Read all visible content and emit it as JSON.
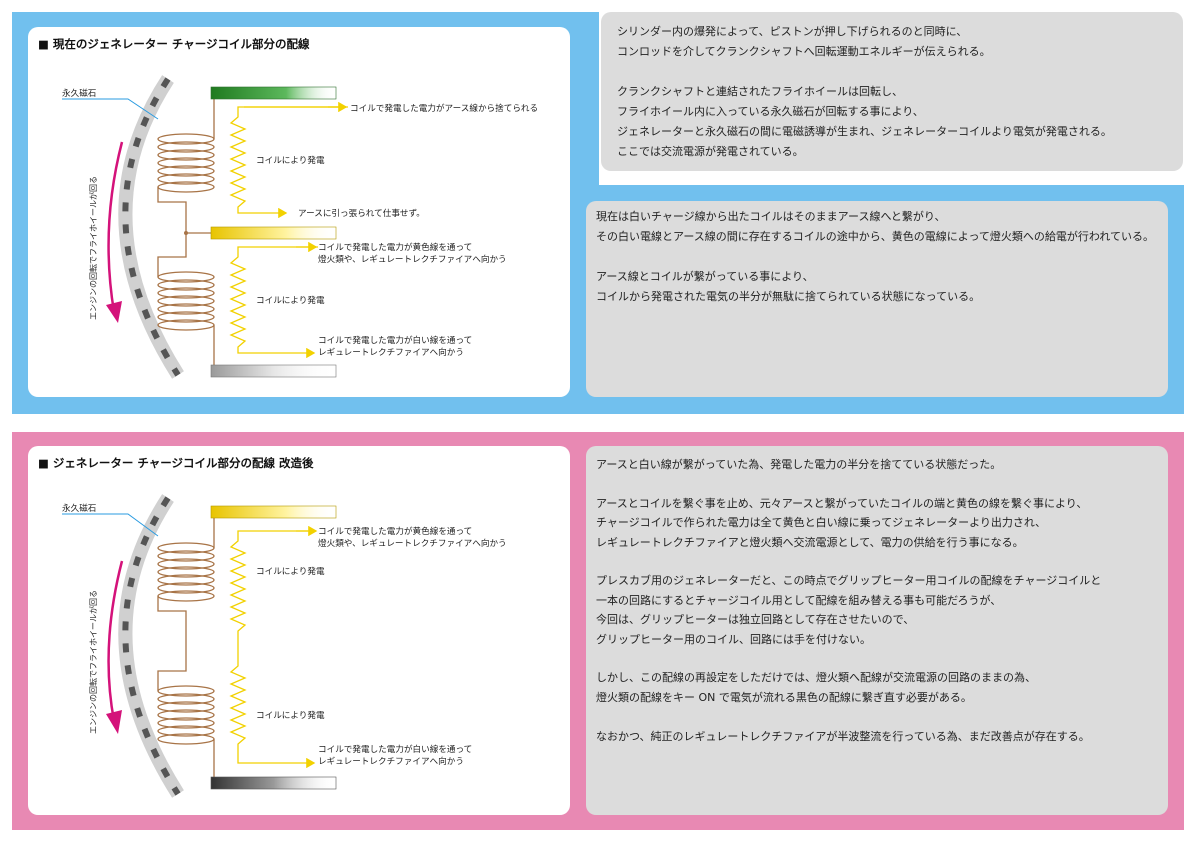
{
  "colors": {
    "band_blue": "#71c0ee",
    "band_pink": "#e889b3",
    "text_box_gray": "#dcdcdc",
    "coil_brown": "#a87447",
    "arrow_yellow": "#f2d100",
    "lead_green": "#2f8f2f",
    "lead_yellow": "#f0d020",
    "lead_white": "#e8e8e8",
    "rotation_arrow_magenta": "#d4127a"
  },
  "top_diagram": {
    "title": "■ 現在のジェネレーター チャージコイル部分の配線",
    "magnet_label": "永久磁石",
    "rotation_label": "エンジンの回転でフライホイールが回る",
    "coil1_gen_label": "コイルにより発電",
    "coil2_gen_label": "コイルにより発電",
    "green_line_label": "コイルで発電した電力がアース線から捨てられる",
    "ground_label": "アースに引っ張られて仕事せず。",
    "yellow_line_label_1": "コイルで発電した電力が黄色線を通って",
    "yellow_line_label_2": "燈火類や、レギュレートレクチファイアへ向かう",
    "white_line_label_1": "コイルで発電した電力が白い線を通って",
    "white_line_label_2": "レギュレートレクチファイアへ向かう"
  },
  "bottom_diagram": {
    "title": "■ ジェネレーター チャージコイル部分の配線 改造後",
    "magnet_label": "永久磁石",
    "rotation_label": "エンジンの回転でフライホイールが回る",
    "coil1_gen_label": "コイルにより発電",
    "coil2_gen_label": "コイルにより発電",
    "yellow_line_label_1": "コイルで発電した電力が黄色線を通って",
    "yellow_line_label_2": "燈火類や、レギュレートレクチファイアへ向かう",
    "white_line_label_1": "コイルで発電した電力が白い線を通って",
    "white_line_label_2": "レギュレートレクチファイアへ向かう"
  },
  "text_top_1": {
    "lines": [
      "シリンダー内の爆発によって、ピストンが押し下げられるのと同時に、",
      "コンロッドを介してクランクシャフトへ回転運動エネルギーが伝えられる。",
      "",
      "クランクシャフトと連結されたフライホイールは回転し、",
      "フライホイール内に入っている永久磁石が回転する事により、",
      "ジェネレーターと永久磁石の間に電磁誘導が生まれ、ジェネレーターコイルより電気が発電される。",
      "ここでは交流電源が発電されている。"
    ]
  },
  "text_top_2": {
    "lines": [
      "現在は白いチャージ線から出たコイルはそのままアース線へと繋がり、",
      "その白い電線とアース線の間に存在するコイルの途中から、黄色の電線によって燈火類への給電が行われている。",
      "",
      "アース線とコイルが繋がっている事により、",
      "コイルから発電された電気の半分が無駄に捨てられている状態になっている。"
    ]
  },
  "text_bottom": {
    "lines": [
      "アースと白い線が繋がっていた為、発電した電力の半分を捨てている状態だった。",
      "",
      "アースとコイルを繋ぐ事を止め、元々アースと繋がっていたコイルの端と黄色の線を繋ぐ事により、",
      "チャージコイルで作られた電力は全て黄色と白い線に乗ってジェネレーターより出力され、",
      "レギュレートレクチファイアと燈火類へ交流電源として、電力の供給を行う事になる。",
      "",
      "プレスカブ用のジェネレーターだと、この時点でグリップヒーター用コイルの配線をチャージコイルと",
      "一本の回路にするとチャージコイル用として配線を組み替える事も可能だろうが、",
      "今回は、グリップヒーターは独立回路として存在させたいので、",
      "グリップヒーター用のコイル、回路には手を付けない。",
      "",
      "しかし、この配線の再設定をしただけでは、燈火類へ配線が交流電源の回路のままの為、",
      "燈火類の配線をキー ON で電気が流れる黒色の配線に繋ぎ直す必要がある。",
      "",
      "なおかつ、純正のレギュレートレクチファイアが半波整流を行っている為、まだ改善点が存在する。"
    ]
  }
}
